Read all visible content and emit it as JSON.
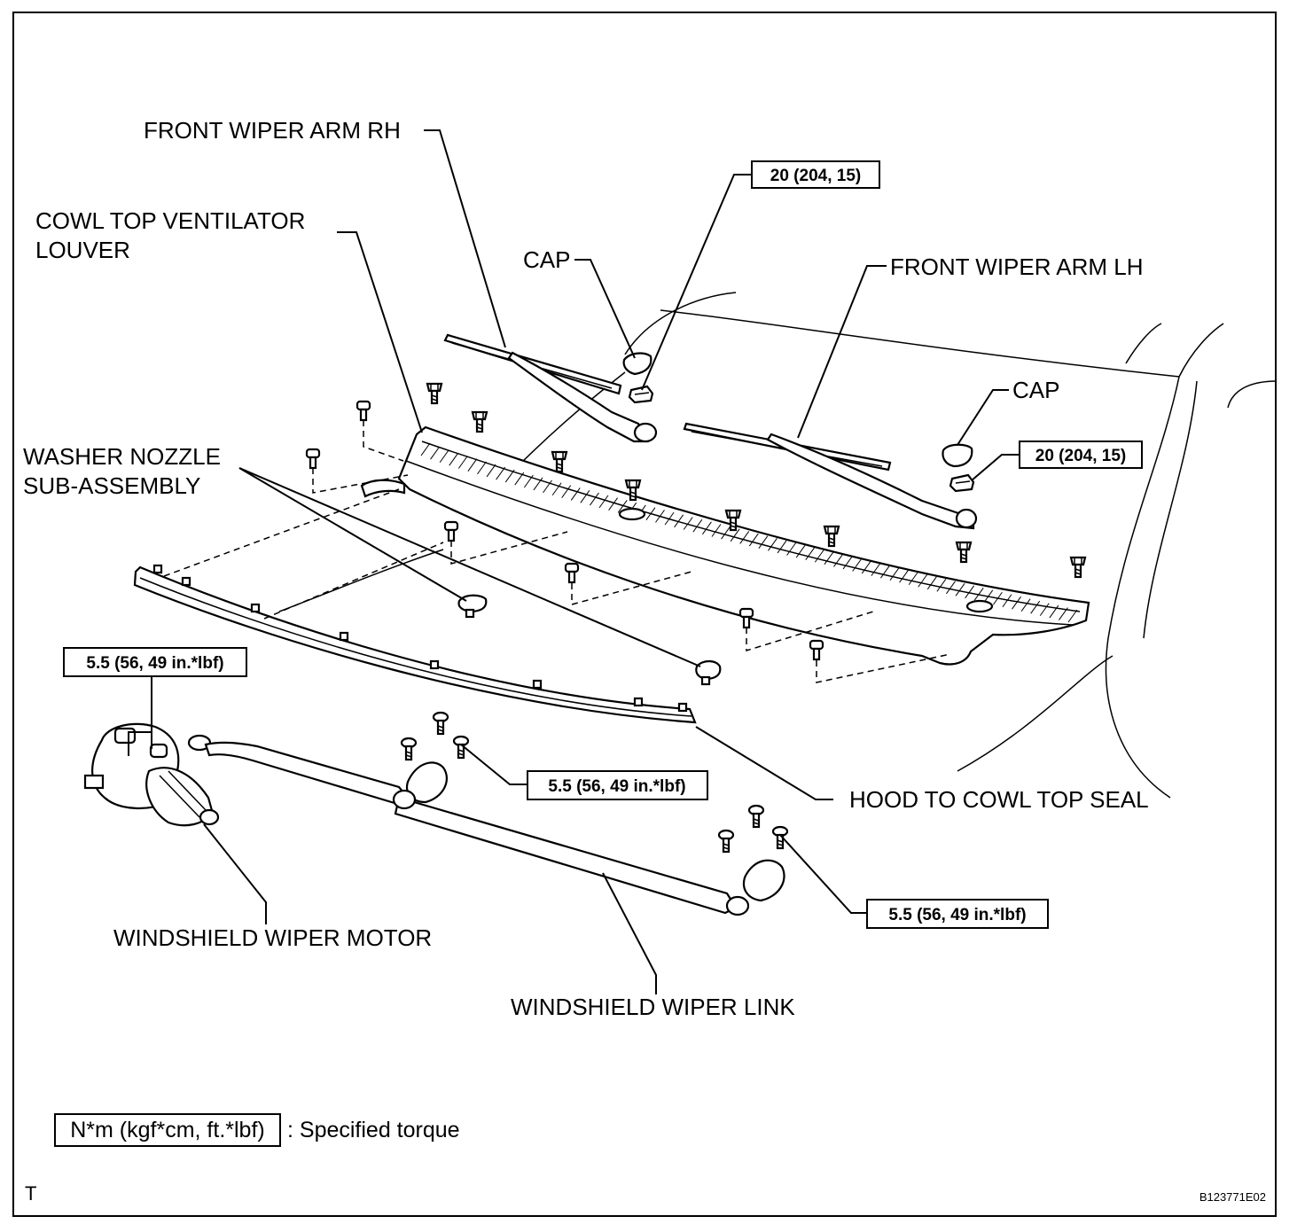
{
  "labels": {
    "front_wiper_arm_rh": "FRONT WIPER ARM RH",
    "cowl_louver_line1": "COWL TOP VENTILATOR",
    "cowl_louver_line2": "LOUVER",
    "cap_top": "CAP",
    "front_wiper_arm_lh": "FRONT WIPER ARM LH",
    "cap_right": "CAP",
    "washer_nozzle_line1": "WASHER NOZZLE",
    "washer_nozzle_line2": "SUB-ASSEMBLY",
    "hood_to_cowl_seal": "HOOD TO COWL TOP SEAL",
    "wiper_motor": "WINDSHIELD WIPER MOTOR",
    "wiper_link": "WINDSHIELD WIPER LINK"
  },
  "torques": {
    "rh_arm_nut": "20 (204, 15)",
    "lh_arm_nut": "20 (204, 15)",
    "motor_bolts": "5.5 (56, 49 in.*lbf)",
    "link_left_bolts": "5.5 (56, 49 in.*lbf)",
    "link_right_bolts": "5.5 (56, 49 in.*lbf)"
  },
  "legend": {
    "unit_box": "N*m (kgf*cm, ft.*lbf)",
    "description": ": Specified torque"
  },
  "footer": {
    "corner_mark": "T",
    "figure_code": "B123771E02"
  }
}
